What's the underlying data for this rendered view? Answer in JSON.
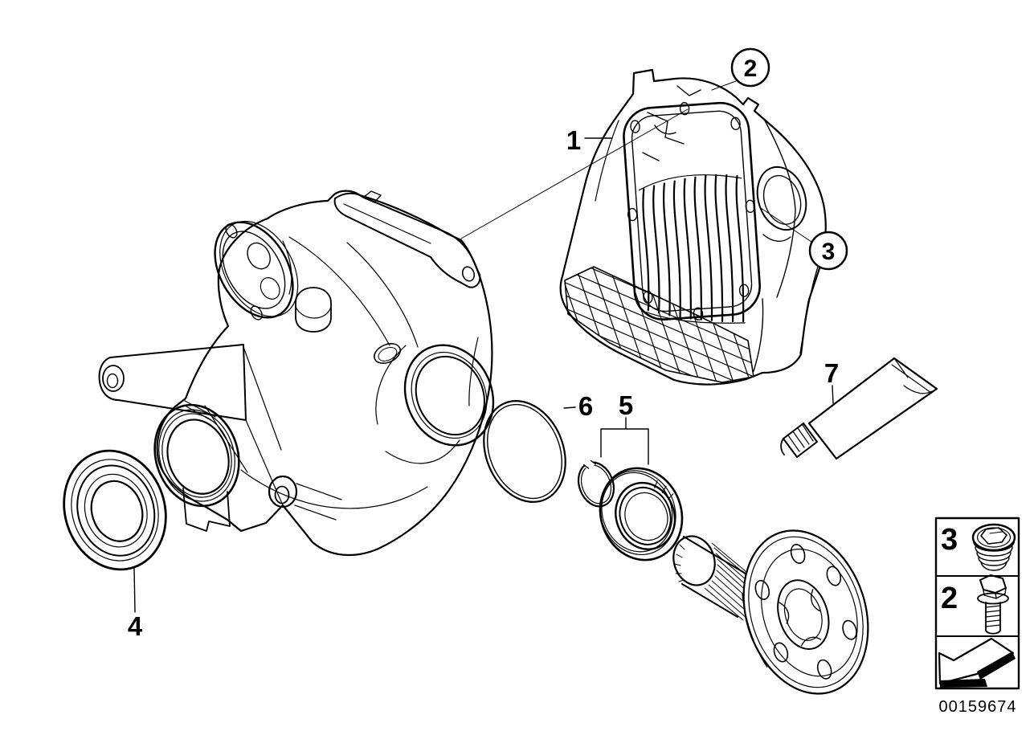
{
  "colors": {
    "background": "#ffffff",
    "line": "#000000"
  },
  "callouts": {
    "c1": "1",
    "c2": "2",
    "c3": "3",
    "c4": "4",
    "c5": "5",
    "c6": "6",
    "c7": "7"
  },
  "legend": {
    "rows": [
      {
        "label": "3",
        "icon": "oil-drain-plug-icon"
      },
      {
        "label": "2",
        "icon": "hex-bolt-icon"
      },
      {
        "label": "",
        "icon": "direction-arrow-icon"
      }
    ]
  },
  "footer": {
    "part_number": "00159674"
  }
}
